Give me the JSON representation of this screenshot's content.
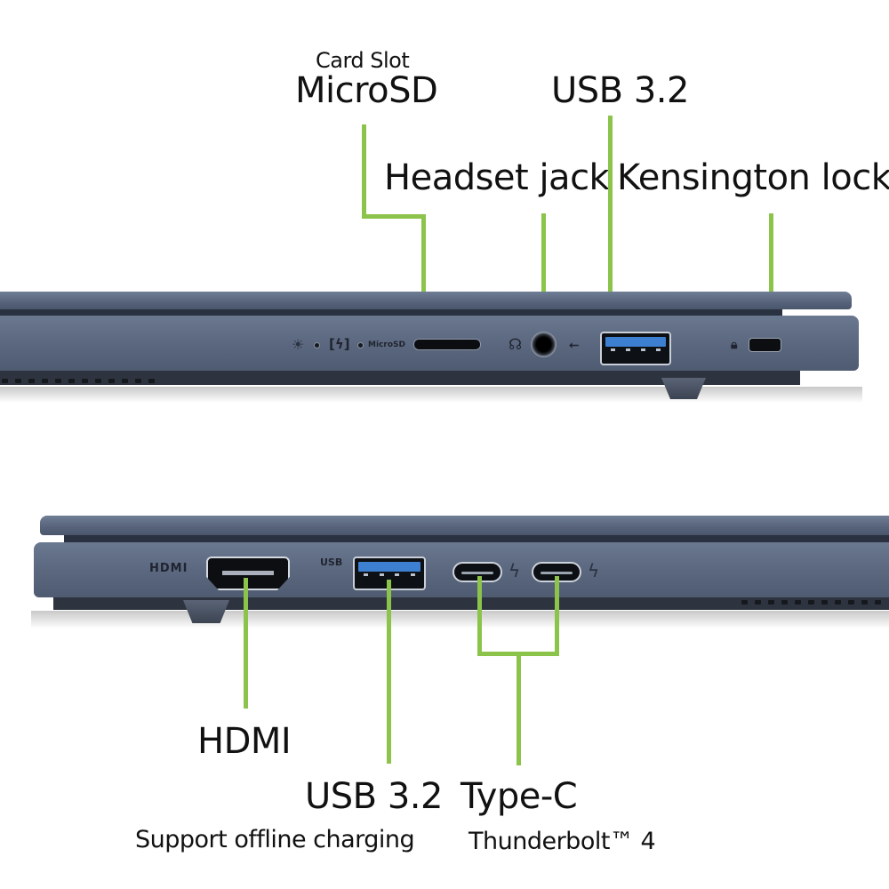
{
  "top_view": {
    "labels": {
      "card_slot_caption": "Card Slot",
      "microsd": "MicroSD",
      "usb": "USB 3.2",
      "headset": "Headset jack",
      "kensington": "Kensington lock"
    },
    "port_icons": {
      "power_led": "lightbulb-icon",
      "battery_led": "battery-charging-icon",
      "sd_text": "MicroSD",
      "headset_icon": "headset-icon",
      "usb_icon": "usb-icon",
      "lock_icon": "kensington-lock-icon"
    }
  },
  "bottom_view": {
    "labels": {
      "hdmi": "HDMI",
      "usb": "USB 3.2",
      "usb_note": "Support offline charging",
      "typec": "Type-C",
      "typec_note": "Thunderbolt™ 4"
    },
    "port_icons": {
      "hdmi_text": "HDMI",
      "usb_charge_text": "USB",
      "thunderbolt": "thunderbolt-icon"
    }
  },
  "colors": {
    "callout_line": "#8cc34a",
    "chassis": "#5b687f",
    "usb_blue": "#3d7fd1",
    "background": "#ffffff"
  }
}
